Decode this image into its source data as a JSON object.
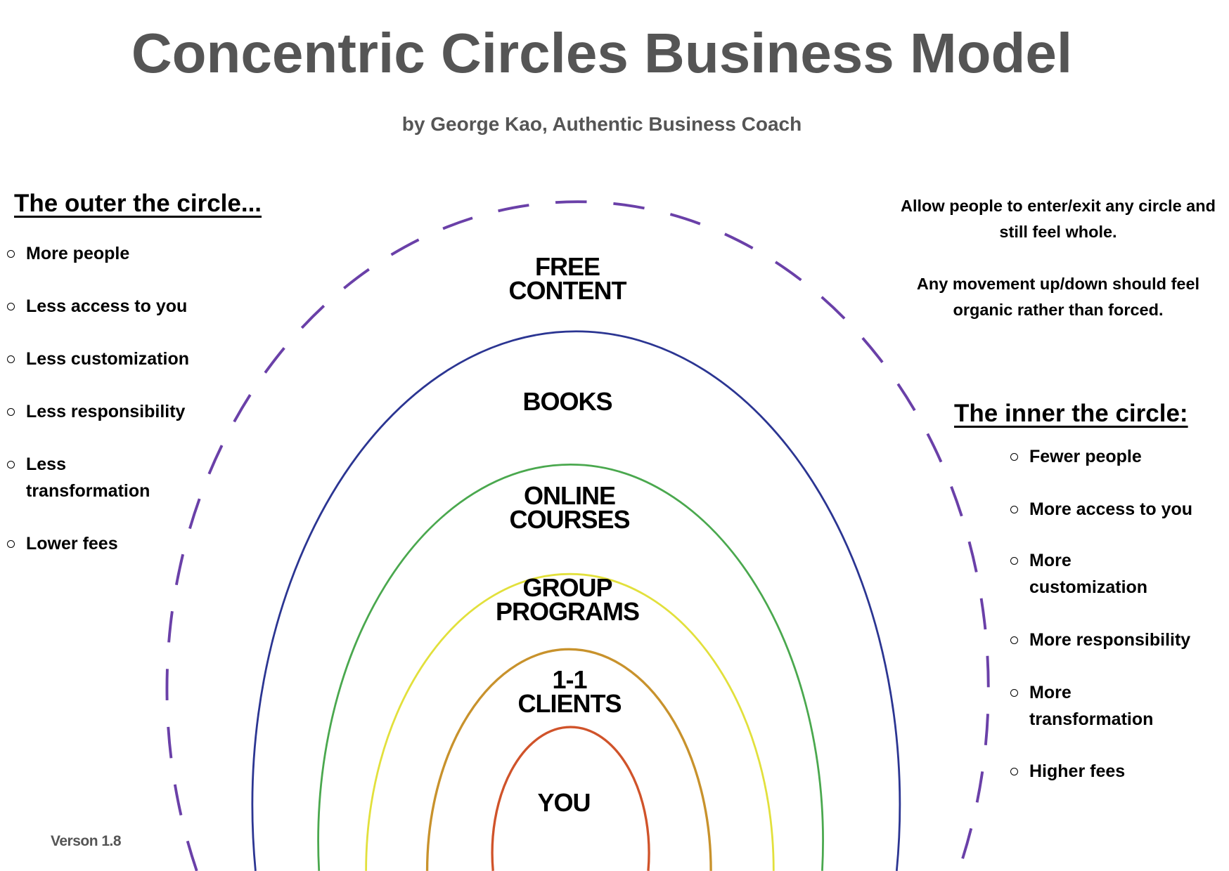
{
  "title": "Concentric Circles Business Model",
  "subtitle": "by George Kao, Authentic Business Coach",
  "outer": {
    "heading": "The outer the circle...",
    "items": [
      "More people",
      "Less access to you",
      "Less customization",
      "Less responsibility",
      "Less\ntransformation",
      "Lower fees"
    ]
  },
  "inner": {
    "heading": "The inner the circle:",
    "items": [
      "Fewer people",
      "More access to you",
      "More\ncustomization",
      "More responsibility",
      "More\ntransformation",
      "Higher fees"
    ]
  },
  "notes": [
    "Allow people to enter/exit any circle and still feel whole.",
    "Any movement up/down should feel organic rather than forced."
  ],
  "circles": [
    {
      "label": "FREE\nCONTENT",
      "color": "#6a40a8",
      "style": "dashed"
    },
    {
      "label": "BOOKS",
      "color": "#2b3592",
      "style": "solid"
    },
    {
      "label": "ONLINE\nCOURSES",
      "color": "#4aa84e",
      "style": "solid"
    },
    {
      "label": "GROUP\nPROGRAMS",
      "color": "#e2e03c",
      "style": "solid"
    },
    {
      "label": "1-1\nCLIENTS",
      "color": "#c8922c",
      "style": "solid"
    },
    {
      "label": "YOU",
      "color": "#d0532a",
      "style": "solid"
    }
  ],
  "version": "Verson 1.8"
}
